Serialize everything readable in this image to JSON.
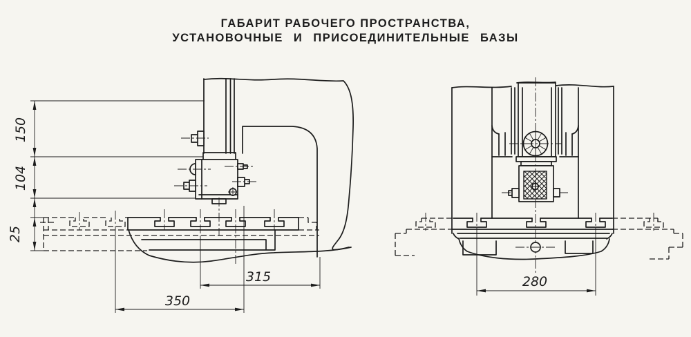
{
  "title": {
    "line1": "ГАБАРИТ РАБОЧЕГО ПРОСТРАНСТВА,",
    "line2": "УСТАНОВОЧНЫЕ И ПРИСОЕДИНИТЕЛЬНЫЕ БАЗЫ"
  },
  "colors": {
    "ink": "#1c1c1c",
    "paper": "#f6f5f0"
  },
  "dimensions": {
    "side_view_vertical": [
      "150",
      "104",
      "25"
    ],
    "side_view_horizontal": [
      "315",
      "350"
    ],
    "front_view_horizontal": [
      "280"
    ]
  }
}
